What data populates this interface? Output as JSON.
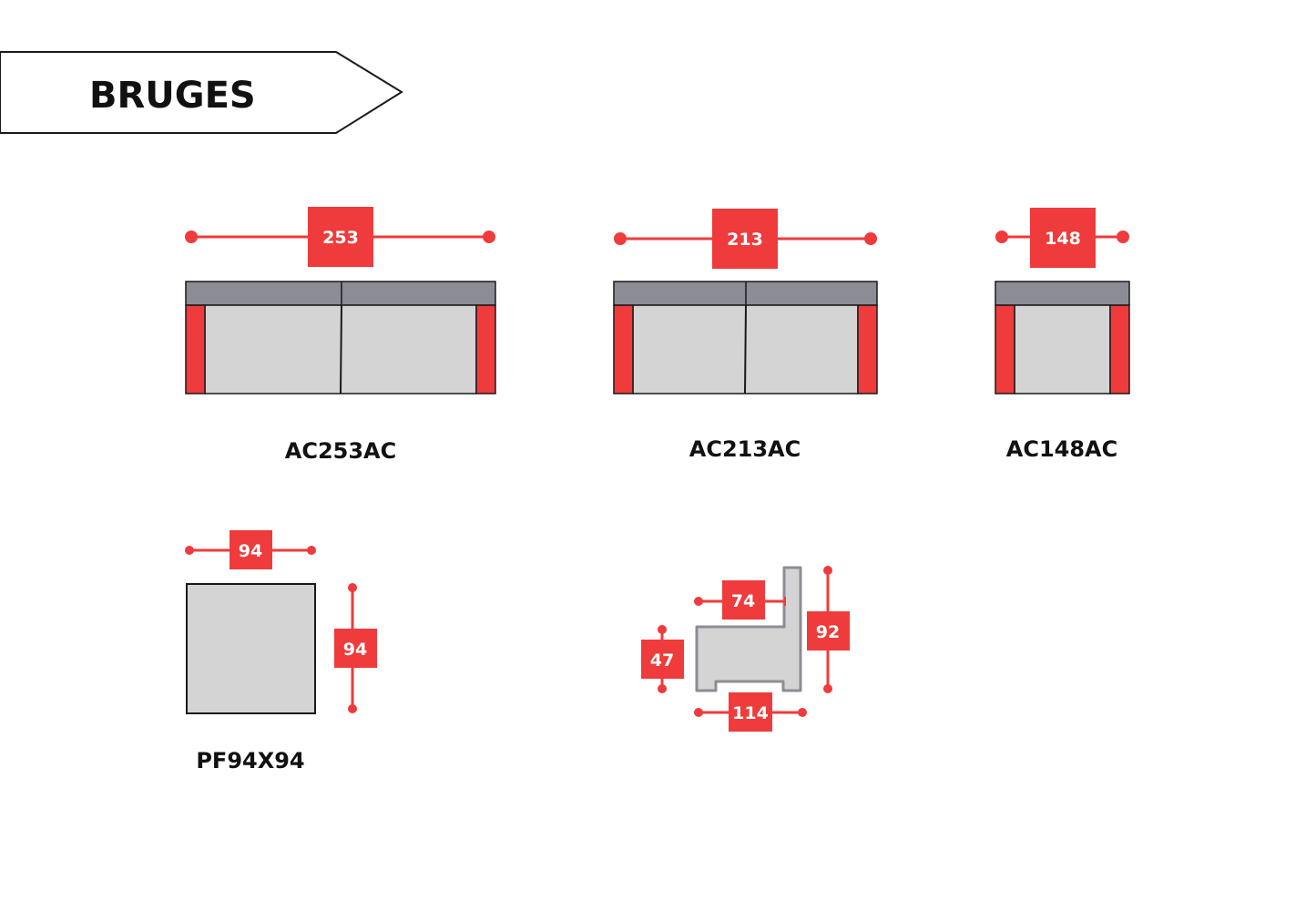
{
  "header": {
    "title": "BRUGES"
  },
  "colors": {
    "accent": "#ef3b3b",
    "back": "#8c8c94",
    "seat": "#d4d4d4",
    "outline": "#1a1a1a"
  },
  "products": {
    "ac253": {
      "code": "AC253AC",
      "width": "253"
    },
    "ac213": {
      "code": "AC213AC",
      "width": "213"
    },
    "ac148": {
      "code": "AC148AC",
      "width": "148"
    },
    "pf94": {
      "code": "PF94X94",
      "width": "94",
      "depth": "94"
    }
  },
  "side_view": {
    "depth_seat": "74",
    "height": "92",
    "seat_height": "47",
    "depth": "114"
  }
}
